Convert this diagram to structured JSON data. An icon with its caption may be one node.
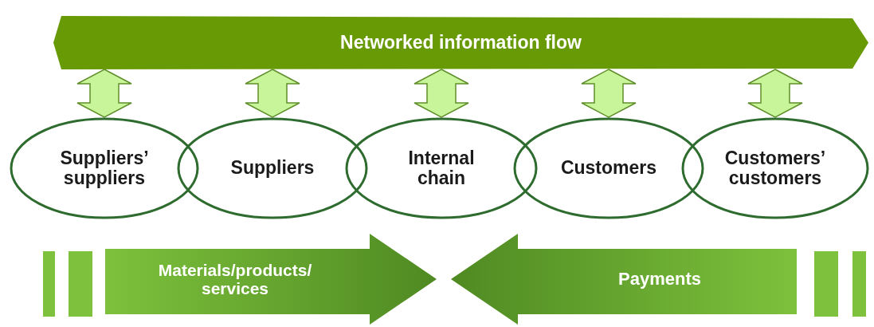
{
  "diagram": {
    "nodes": [
      {
        "text": [
          "Networked information flow"
        ]
      },
      {
        "text": [
          "Suppliers’ suppliers"
        ]
      },
      {
        "text": [
          "Suppliers"
        ]
      },
      {
        "text": [
          "Internal chain"
        ]
      },
      {
        "text": [
          "Customers"
        ]
      },
      {
        "text": [
          "Customers’ customers"
        ]
      },
      {
        "text": [
          "Materials/products/ services"
        ]
      },
      {
        "text": [
          "Payments"
        ]
      }
    ],
    "edges": [
      {
        "from": 0,
        "to": 1,
        "arrow": "both"
      },
      {
        "from": 0,
        "to": 2,
        "arrow": "both"
      },
      {
        "from": 0,
        "to": 3,
        "arrow": "both"
      },
      {
        "from": 0,
        "to": 4,
        "arrow": "both"
      },
      {
        "from": 0,
        "to": 5,
        "arrow": "both"
      }
    ]
  }
}
